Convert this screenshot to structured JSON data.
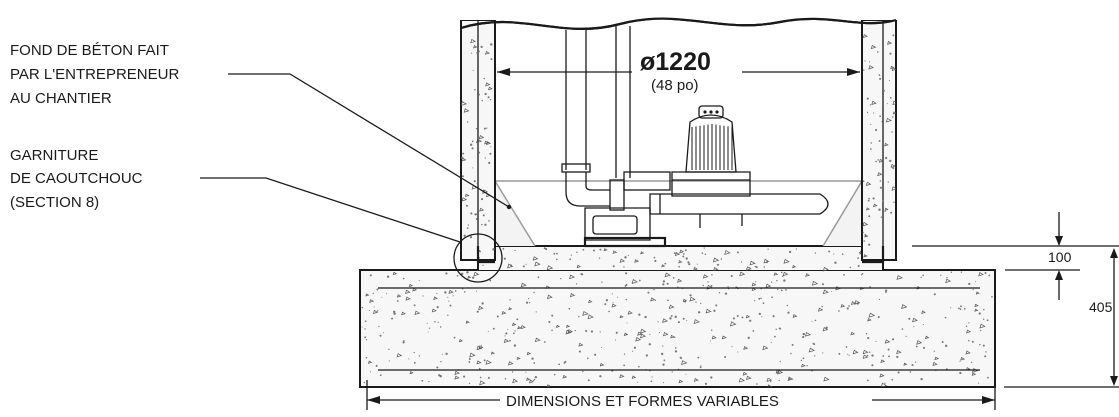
{
  "labels": {
    "concrete_fill": [
      "FOND DE BÉTON FAIT",
      "PAR L'ENTREPRENEUR",
      "AU CHANTIER"
    ],
    "gasket": [
      "GARNITURE",
      "DE CAOUTCHOUC",
      "(SECTION 8)"
    ]
  },
  "dimensions": {
    "diameter_mm": "ø1220",
    "diameter_in": "(48  po)",
    "slab_recess": "100",
    "slab_height": "405",
    "slab_width": "DIMENSIONS ET FORMES VARIABLES"
  }
}
